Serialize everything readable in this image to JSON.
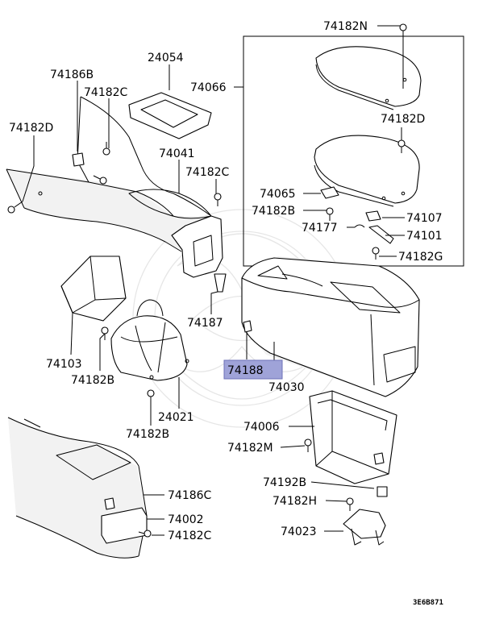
{
  "diagram": {
    "highlight_part": "74188",
    "labels": [
      {
        "id": "74182N",
        "text": "74182N"
      },
      {
        "id": "74066",
        "text": "74066"
      },
      {
        "id": "24054",
        "text": "24054"
      },
      {
        "id": "74186B",
        "text": "74186B"
      },
      {
        "id": "74182C-top",
        "text": "74182C"
      },
      {
        "id": "74182D-left",
        "text": "74182D"
      },
      {
        "id": "74041",
        "text": "74041"
      },
      {
        "id": "74182C-mid",
        "text": "74182C"
      },
      {
        "id": "74182D-right",
        "text": "74182D"
      },
      {
        "id": "74065",
        "text": "74065"
      },
      {
        "id": "74182B-upper",
        "text": "74182B"
      },
      {
        "id": "74107",
        "text": "74107"
      },
      {
        "id": "74177",
        "text": "74177"
      },
      {
        "id": "74101",
        "text": "74101"
      },
      {
        "id": "74182G",
        "text": "74182G"
      },
      {
        "id": "74187",
        "text": "74187"
      },
      {
        "id": "74103",
        "text": "74103"
      },
      {
        "id": "74188",
        "text": "74188"
      },
      {
        "id": "74182B-lower",
        "text": "74182B"
      },
      {
        "id": "74030",
        "text": "74030"
      },
      {
        "id": "24021",
        "text": "24021"
      },
      {
        "id": "74182B-bottom",
        "text": "74182B"
      },
      {
        "id": "74006",
        "text": "74006"
      },
      {
        "id": "74182M",
        "text": "74182M"
      },
      {
        "id": "74186C",
        "text": "74186C"
      },
      {
        "id": "74192B",
        "text": "74192B"
      },
      {
        "id": "74182H",
        "text": "74182H"
      },
      {
        "id": "74002",
        "text": "74002"
      },
      {
        "id": "74182C-bottom",
        "text": "74182C"
      },
      {
        "id": "74023",
        "text": "74023"
      }
    ],
    "drawing_code": "3E6B871"
  }
}
